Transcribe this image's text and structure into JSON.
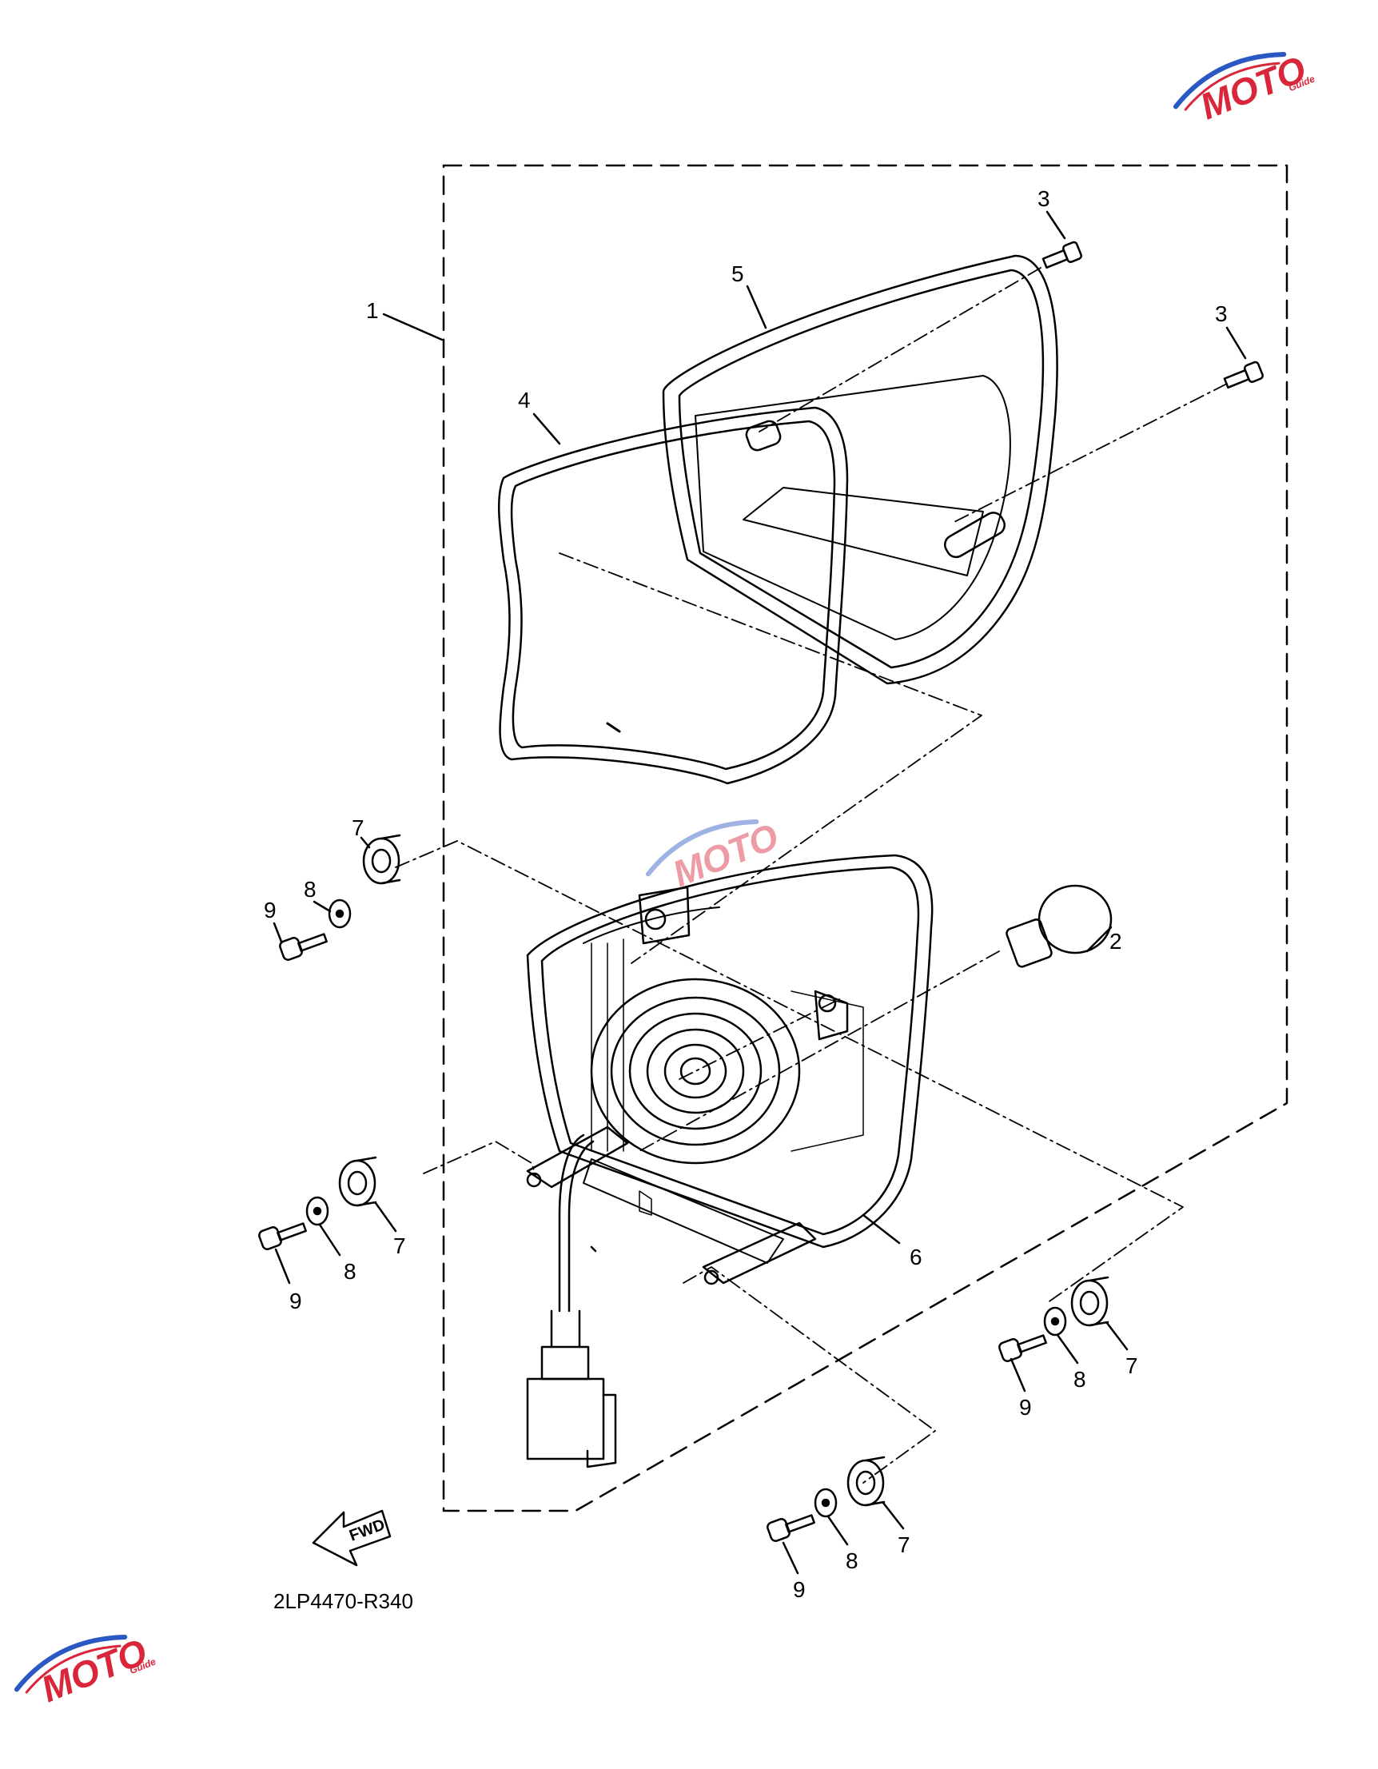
{
  "diagram_code": "2LP4470-R340",
  "fwd_label": "FWD",
  "watermark_text": "MOTO",
  "watermark_subtext": "Guide",
  "colors": {
    "line": "#000000",
    "watermark_red": "#d9263a",
    "watermark_blue": "#2b59c3"
  },
  "callouts": {
    "assembly": "1",
    "bulb": "2",
    "screw_a": "3",
    "screw_b": "3",
    "gasket": "4",
    "lens": "5",
    "body": "6",
    "grommet_a": "7",
    "washer_a": "8",
    "screw_a9": "9",
    "grommet_b": "7",
    "washer_b": "8",
    "screw_b9": "9",
    "grommet_c": "7",
    "washer_c": "8",
    "screw_c9": "9",
    "grommet_d": "7",
    "washer_d": "8",
    "screw_d9": "9"
  }
}
